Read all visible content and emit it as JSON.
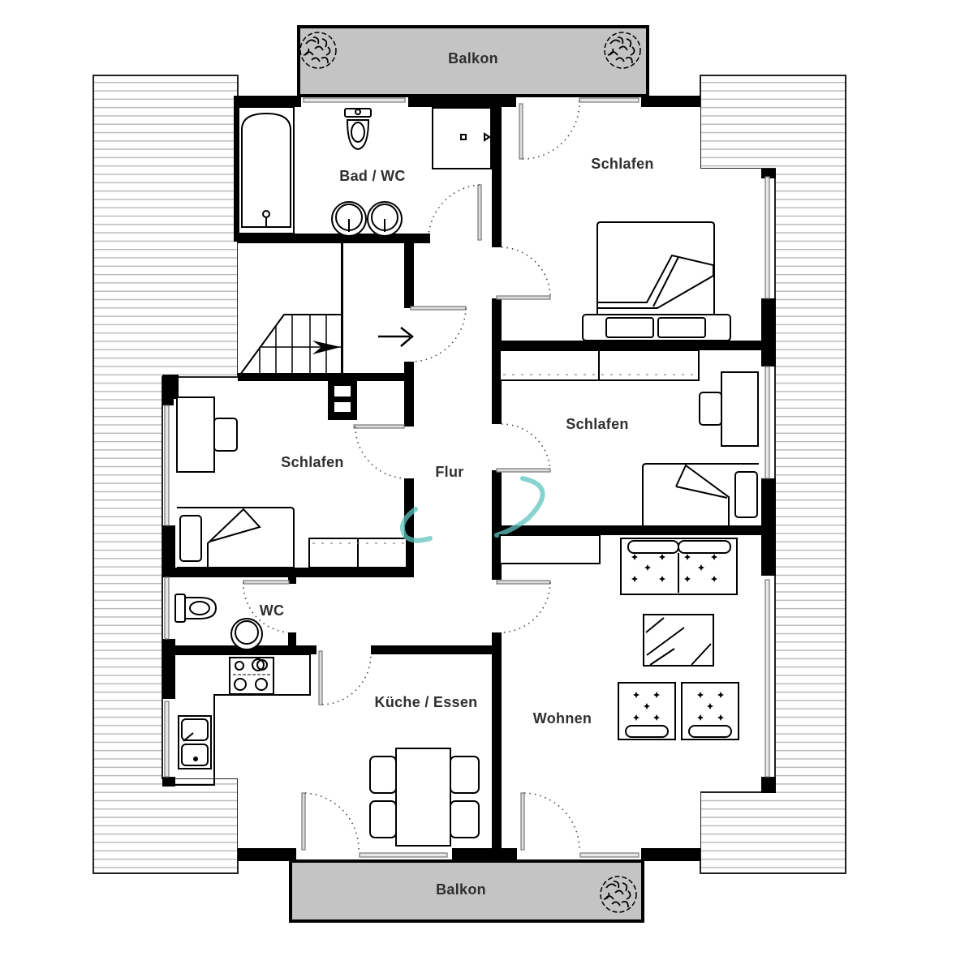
{
  "plan": {
    "type": "apartment-floor-plan",
    "rooms": {
      "balcony_top": "Balkon",
      "bath": "Bad / WC",
      "bedroom_top_right": "Schlafen",
      "bedroom_left": "Schlafen",
      "bedroom_middle_right": "Schlafen",
      "hallway": "Flur",
      "wc": "WC",
      "kitchen": "Küche / Essen",
      "living": "Wohnen",
      "balcony_bottom": "Balkon"
    },
    "colors": {
      "wall": "#000000",
      "balcony_fill": "#c4c4c4",
      "label": "#2f2f2f",
      "roof_hatch": "#bbbbbb",
      "watermark": "#5fc4c0"
    }
  }
}
